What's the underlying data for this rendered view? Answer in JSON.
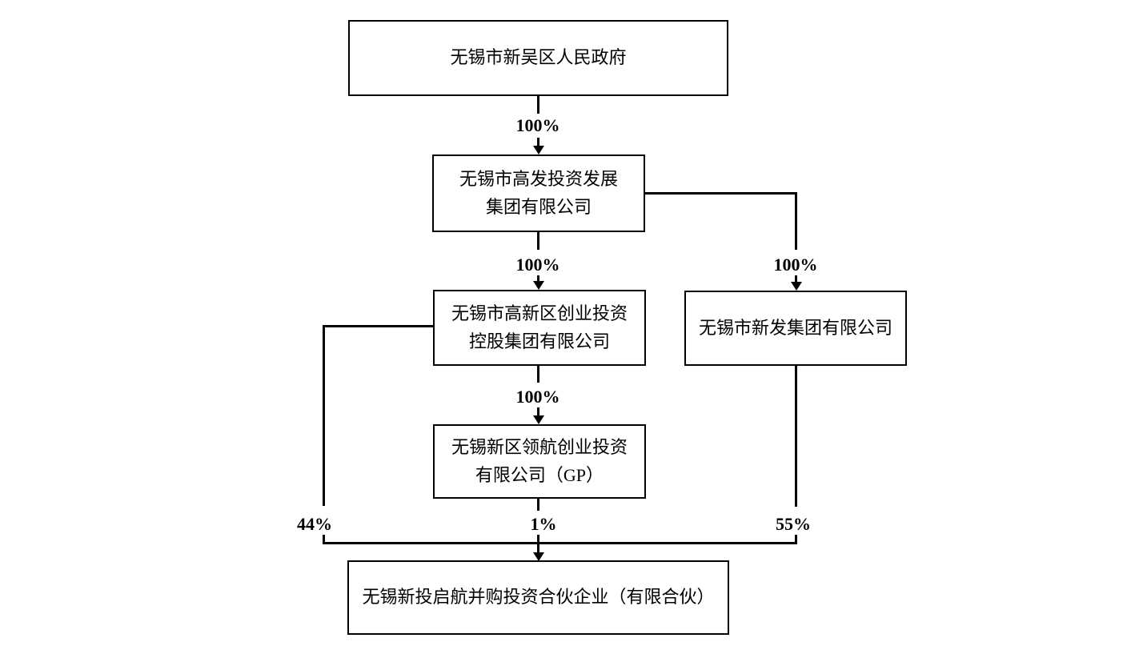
{
  "diagram": {
    "type": "ownership-structure-flowchart",
    "background_color": "#ffffff",
    "line_color": "#000000",
    "text_color": "#000000",
    "nodes": {
      "government": {
        "label": "无锡市新吴区人民政府"
      },
      "gaofa": {
        "label": "无锡市高发投资发展\n集团有限公司"
      },
      "chuangtou": {
        "label": "无锡市高新区创业投资\n控股集团有限公司"
      },
      "xinfa": {
        "label": "无锡市新发集团有限公司"
      },
      "linghang": {
        "label": "无锡新区领航创业投资\n有限公司（GP）"
      },
      "partnership": {
        "label": "无锡新投启航并购投资合伙企业（有限合伙）"
      }
    },
    "edges": {
      "gov_to_gaofa": {
        "label": "100%"
      },
      "gaofa_to_chuangtou": {
        "label": "100%"
      },
      "gaofa_to_xinfa": {
        "label": "100%"
      },
      "chuangtou_to_linghang": {
        "label": "100%"
      },
      "chuangtou_to_partnership": {
        "label": "44%"
      },
      "linghang_to_partnership": {
        "label": "1%"
      },
      "xinfa_to_partnership": {
        "label": "55%"
      }
    }
  }
}
